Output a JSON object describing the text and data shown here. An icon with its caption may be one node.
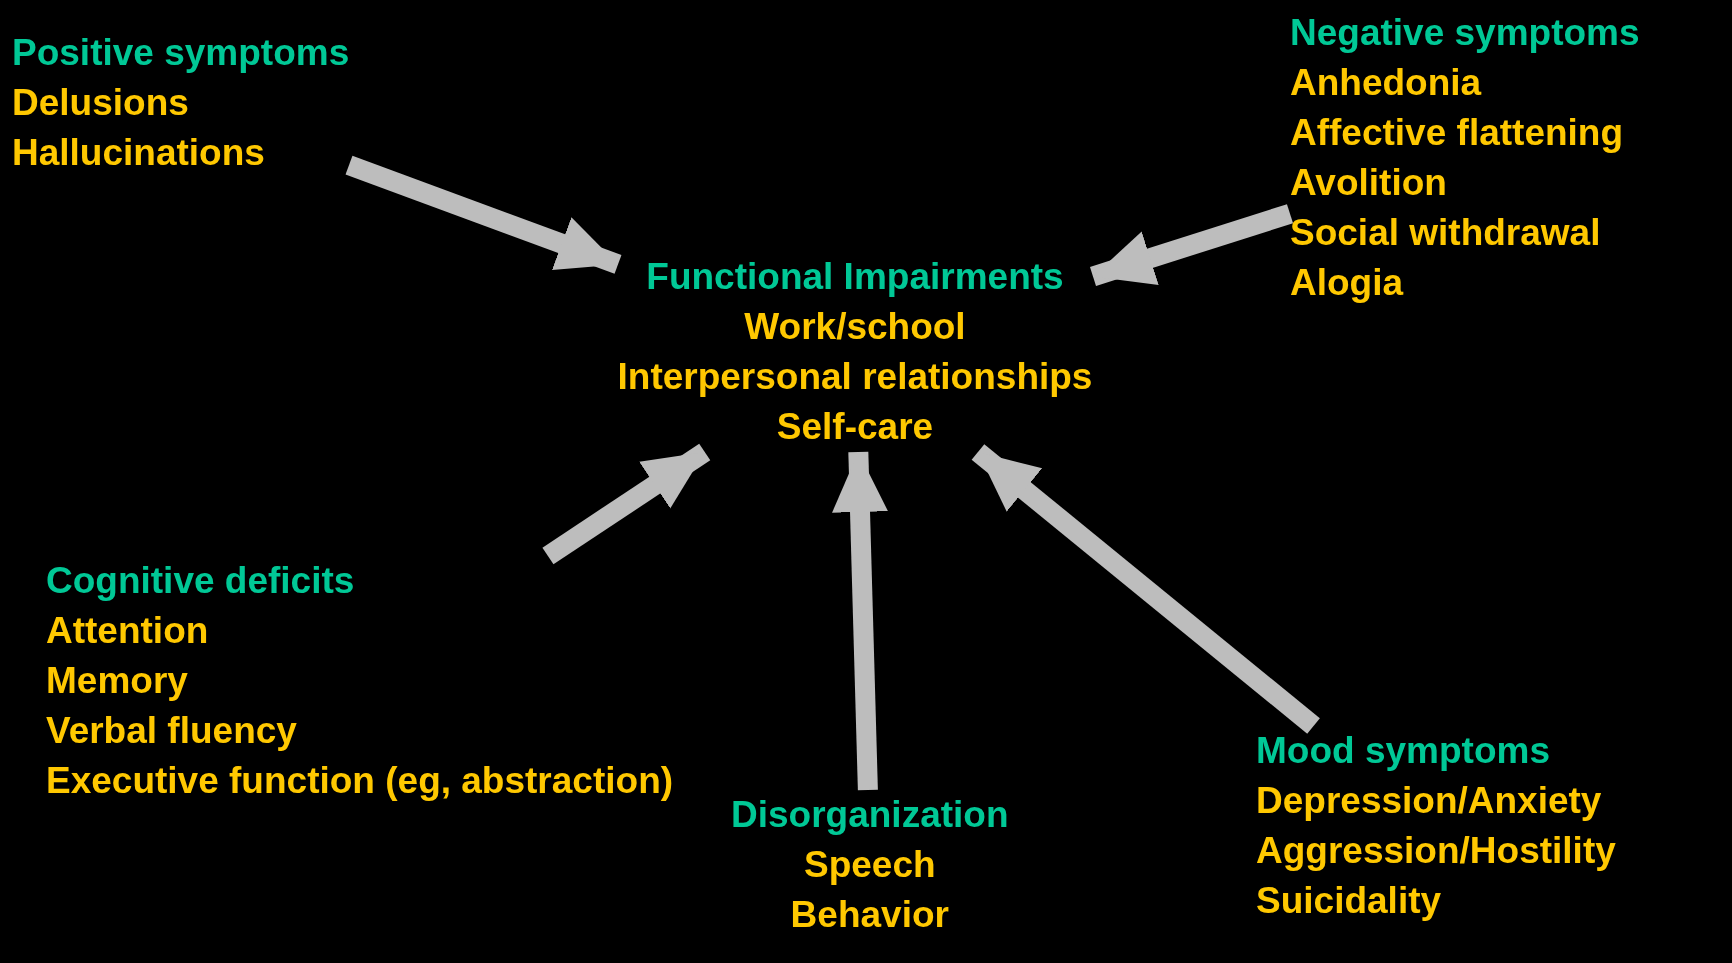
{
  "diagram": {
    "nodes": [
      {
        "text": [
          "Positive symptoms",
          "Delusions",
          "Hallucinations"
        ]
      },
      {
        "text": [
          "Negative symptoms",
          "Anhedonia",
          "Affective flattening",
          "Avolition",
          "Social withdrawal",
          "Alogia"
        ]
      },
      {
        "text": [
          "Functional Impairments",
          "Work/school",
          "Interpersonal relationships",
          "Self-care"
        ]
      },
      {
        "text": [
          "Cognitive deficits",
          "Attention",
          "Memory",
          "Verbal fluency",
          "Executive function (eg, abstraction)"
        ]
      },
      {
        "text": [
          "Disorganization",
          "Speech",
          "Behavior"
        ]
      },
      {
        "text": [
          "Mood symptoms",
          "Depression/Anxiety",
          "Aggression/Hostility",
          "Suicidality"
        ]
      }
    ],
    "edges": [
      {
        "from": 0,
        "to": 2,
        "arrow": "to"
      },
      {
        "from": 1,
        "to": 2,
        "arrow": "to"
      },
      {
        "from": 3,
        "to": 2,
        "arrow": "to"
      },
      {
        "from": 4,
        "to": 2,
        "arrow": "to"
      },
      {
        "from": 5,
        "to": 2,
        "arrow": "to"
      }
    ]
  }
}
